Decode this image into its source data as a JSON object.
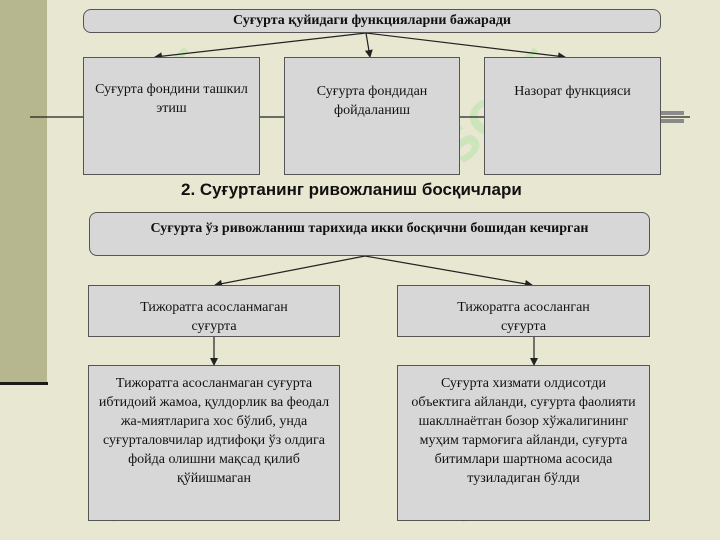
{
  "top_banner": "Суғурта қуйидаги функцияларни бажаради",
  "functions": [
    "Суғурта фондини ташкил этиш",
    "Суғурта фондидан фойдаланиш",
    "Назорат функцияси"
  ],
  "section_title": "2. Суғуртанинг ривожланиш босқичлари",
  "history_banner": "Суғурта ўз ривожланиш тарихида икки босқични бошидан кечирган",
  "stages": [
    {
      "title": "Тижоратга асосланмаган суғурта",
      "description": "Тижоратга асосланмаган суғурта ибтидоий жамоа, қулдорлик ва феодал жа-миятларига хос бўлиб, унда суғурталовчилар идтифоқи ўз олдига фойда олишни мақсад қилиб қўйишмаган"
    },
    {
      "title": "Тижоратга асосланган суғурта",
      "description": "Суғурта хизмати олдисотди объектига айланди, суғурта фаолияти шакллнаётган бозор хўжалигининг муҳим тармоғига айланди, суғурта битимлари шартнома асосида тузиладиган бўлди"
    }
  ],
  "watermark": "SOFT",
  "colors": {
    "background": "#e8e8d2",
    "left_band": "#b7b78f",
    "box_fill": "#d7d7d7",
    "watermark": "#b8e4a8"
  }
}
